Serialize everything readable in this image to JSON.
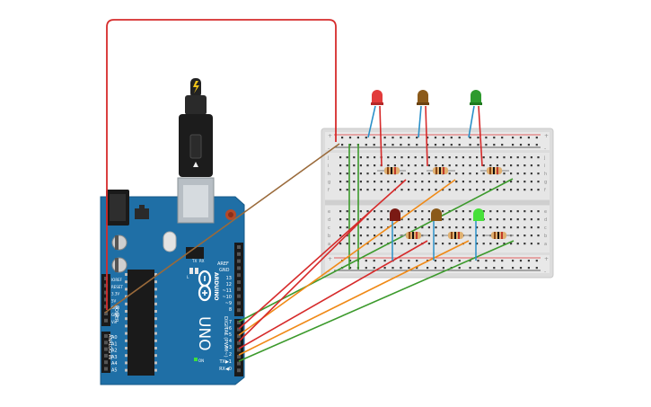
{
  "arduino": {
    "model": "UNO",
    "brand": "ARDUINO",
    "digital_header": "DIGITAL (PWM~)",
    "analog_header": "ANALOG IN",
    "power_header": "POWER",
    "aref": "AREF",
    "gnd_top": "GND",
    "digital_pins": [
      "13",
      "12",
      "~11",
      "~10",
      "~9",
      "8",
      "7",
      "~6",
      "~5",
      "4",
      "~3",
      "2",
      "TX▶1",
      "RX◀0"
    ],
    "power_pins": [
      "IOREF",
      "RESET",
      "3.3V",
      "5V",
      "GND",
      "GND",
      "Vin"
    ],
    "analog_pins": [
      "A0",
      "A1",
      "A2",
      "A3",
      "A4",
      "A5"
    ],
    "tx_label": "TX",
    "rx_label": "RX",
    "on_label": "ON",
    "l_label": "L"
  },
  "breadboard": {
    "rail_plus": "+",
    "rail_minus": "-",
    "rows_top": [
      "j",
      "i",
      "h",
      "g",
      "f"
    ],
    "rows_bottom": [
      "e",
      "d",
      "c",
      "b",
      "a"
    ]
  },
  "components": {
    "leds_top": [
      {
        "color": "red",
        "hex": "#e23b3b"
      },
      {
        "color": "brown",
        "hex": "#8b5a1a"
      },
      {
        "color": "green",
        "hex": "#2e9a2e"
      }
    ],
    "leds_bottom": [
      {
        "color": "dark-red",
        "hex": "#7a1a14"
      },
      {
        "color": "brown",
        "hex": "#8b5a1a"
      },
      {
        "color": "bright-green",
        "hex": "#47e03a"
      }
    ]
  },
  "colors": {
    "board": "#1f6fa6",
    "breadboard": "#e2e2e2",
    "wire_red": "#d62b2b",
    "wire_green": "#3c9a2c",
    "wire_orange": "#f08a17",
    "wire_brown": "#9a6a3a",
    "wire_blue": "#2a90c9"
  }
}
